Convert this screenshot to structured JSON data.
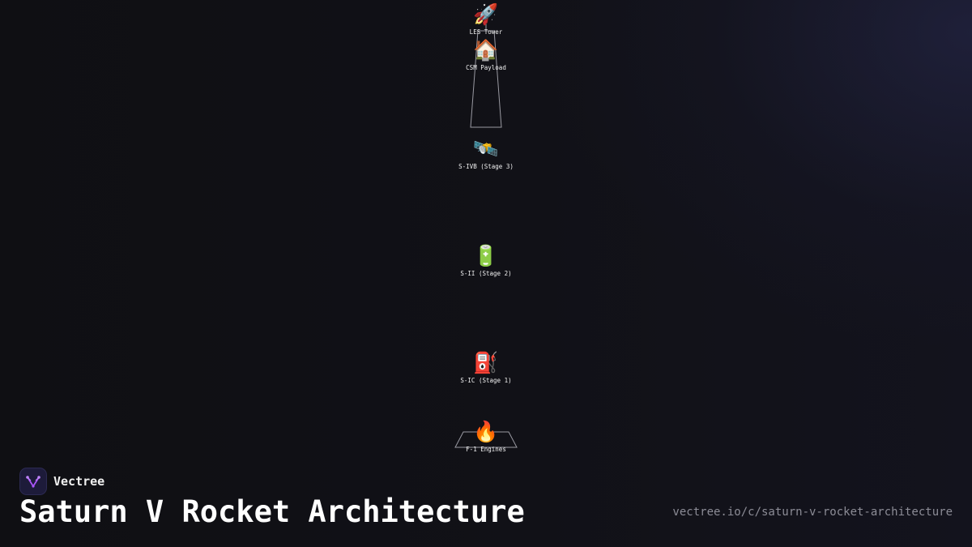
{
  "diagram": {
    "nodes": [
      {
        "id": "les",
        "icon": "🚀",
        "icon_name": "rocket-icon",
        "label": "LES Tower"
      },
      {
        "id": "csm",
        "icon": "🏠",
        "icon_name": "house-icon",
        "label": "CSM Payload"
      },
      {
        "id": "sivb",
        "icon": "🛰️",
        "icon_name": "satellite-icon",
        "label": "S-IVB (Stage 3)"
      },
      {
        "id": "sii",
        "icon": "🔋",
        "icon_name": "battery-icon",
        "label": "S-II (Stage 2)"
      },
      {
        "id": "sic",
        "icon": "⛽",
        "icon_name": "fuel-pump-icon",
        "label": "S-IC (Stage 1)"
      },
      {
        "id": "f1",
        "icon": "🔥",
        "icon_name": "fire-icon",
        "label": "F-1 Engines"
      }
    ],
    "edge_color": "#9a9aa2"
  },
  "brand": {
    "name": "Vectree",
    "logo_icon": "vectree-logo-icon",
    "accent": "#a855f7"
  },
  "title": "Saturn V Rocket Architecture",
  "url": "vectree.io/c/saturn-v-rocket-architecture"
}
